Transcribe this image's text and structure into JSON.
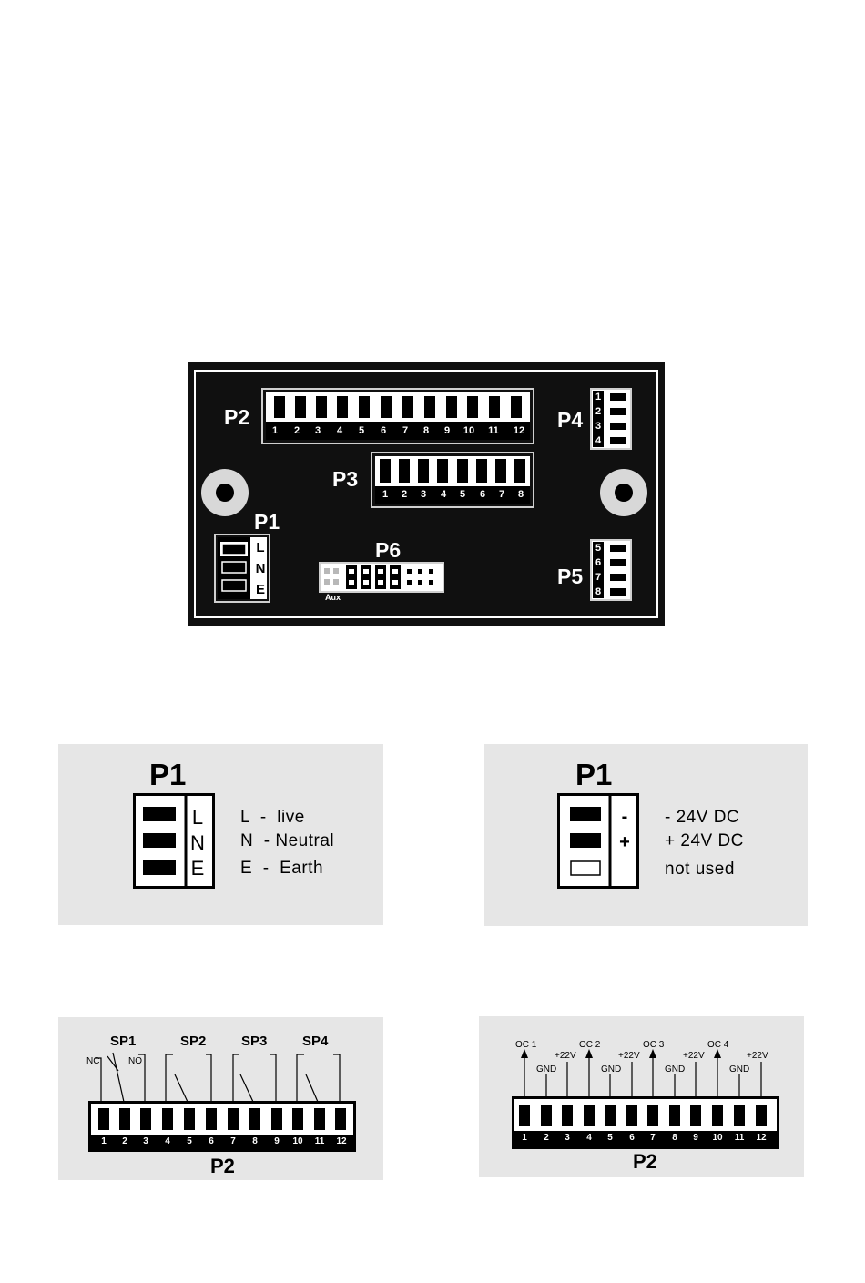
{
  "board": {
    "labels": {
      "p1": "P1",
      "p2": "P2",
      "p3": "P3",
      "p4": "P4",
      "p5": "P5",
      "p6": "P6"
    },
    "aux_label": "Aux",
    "p1_letters": [
      "L",
      "N",
      "E"
    ],
    "p2_pins": [
      "1",
      "2",
      "3",
      "4",
      "5",
      "6",
      "7",
      "8",
      "9",
      "10",
      "11",
      "12"
    ],
    "p3_pins": [
      "1",
      "2",
      "3",
      "4",
      "5",
      "6",
      "7",
      "8"
    ],
    "p4_pins": [
      "1",
      "2",
      "3",
      "4"
    ],
    "p5_pins": [
      "5",
      "6",
      "7",
      "8"
    ]
  },
  "panel_ac": {
    "title": "P1",
    "letters": [
      "L",
      "N",
      "E"
    ],
    "legend": [
      "L  -  live",
      "N  - Neutral",
      "E  -  Earth"
    ]
  },
  "panel_dc": {
    "title": "P1",
    "signs": [
      "-",
      "+"
    ],
    "legend": [
      "- 24V DC",
      "+ 24V DC",
      "not used"
    ]
  },
  "panel_relay": {
    "title": "P2",
    "relays": [
      "SP1",
      "SP2",
      "SP3",
      "SP4"
    ],
    "nc": "NC",
    "no": "NO",
    "pins": [
      "1",
      "2",
      "3",
      "4",
      "5",
      "6",
      "7",
      "8",
      "9",
      "10",
      "11",
      "12"
    ]
  },
  "panel_oc": {
    "title": "P2",
    "outputs": [
      "OC 1",
      "OC 2",
      "OC 3",
      "OC 4"
    ],
    "gnd": "GND",
    "supply": "+22V",
    "pins": [
      "1",
      "2",
      "3",
      "4",
      "5",
      "6",
      "7",
      "8",
      "9",
      "10",
      "11",
      "12"
    ]
  }
}
